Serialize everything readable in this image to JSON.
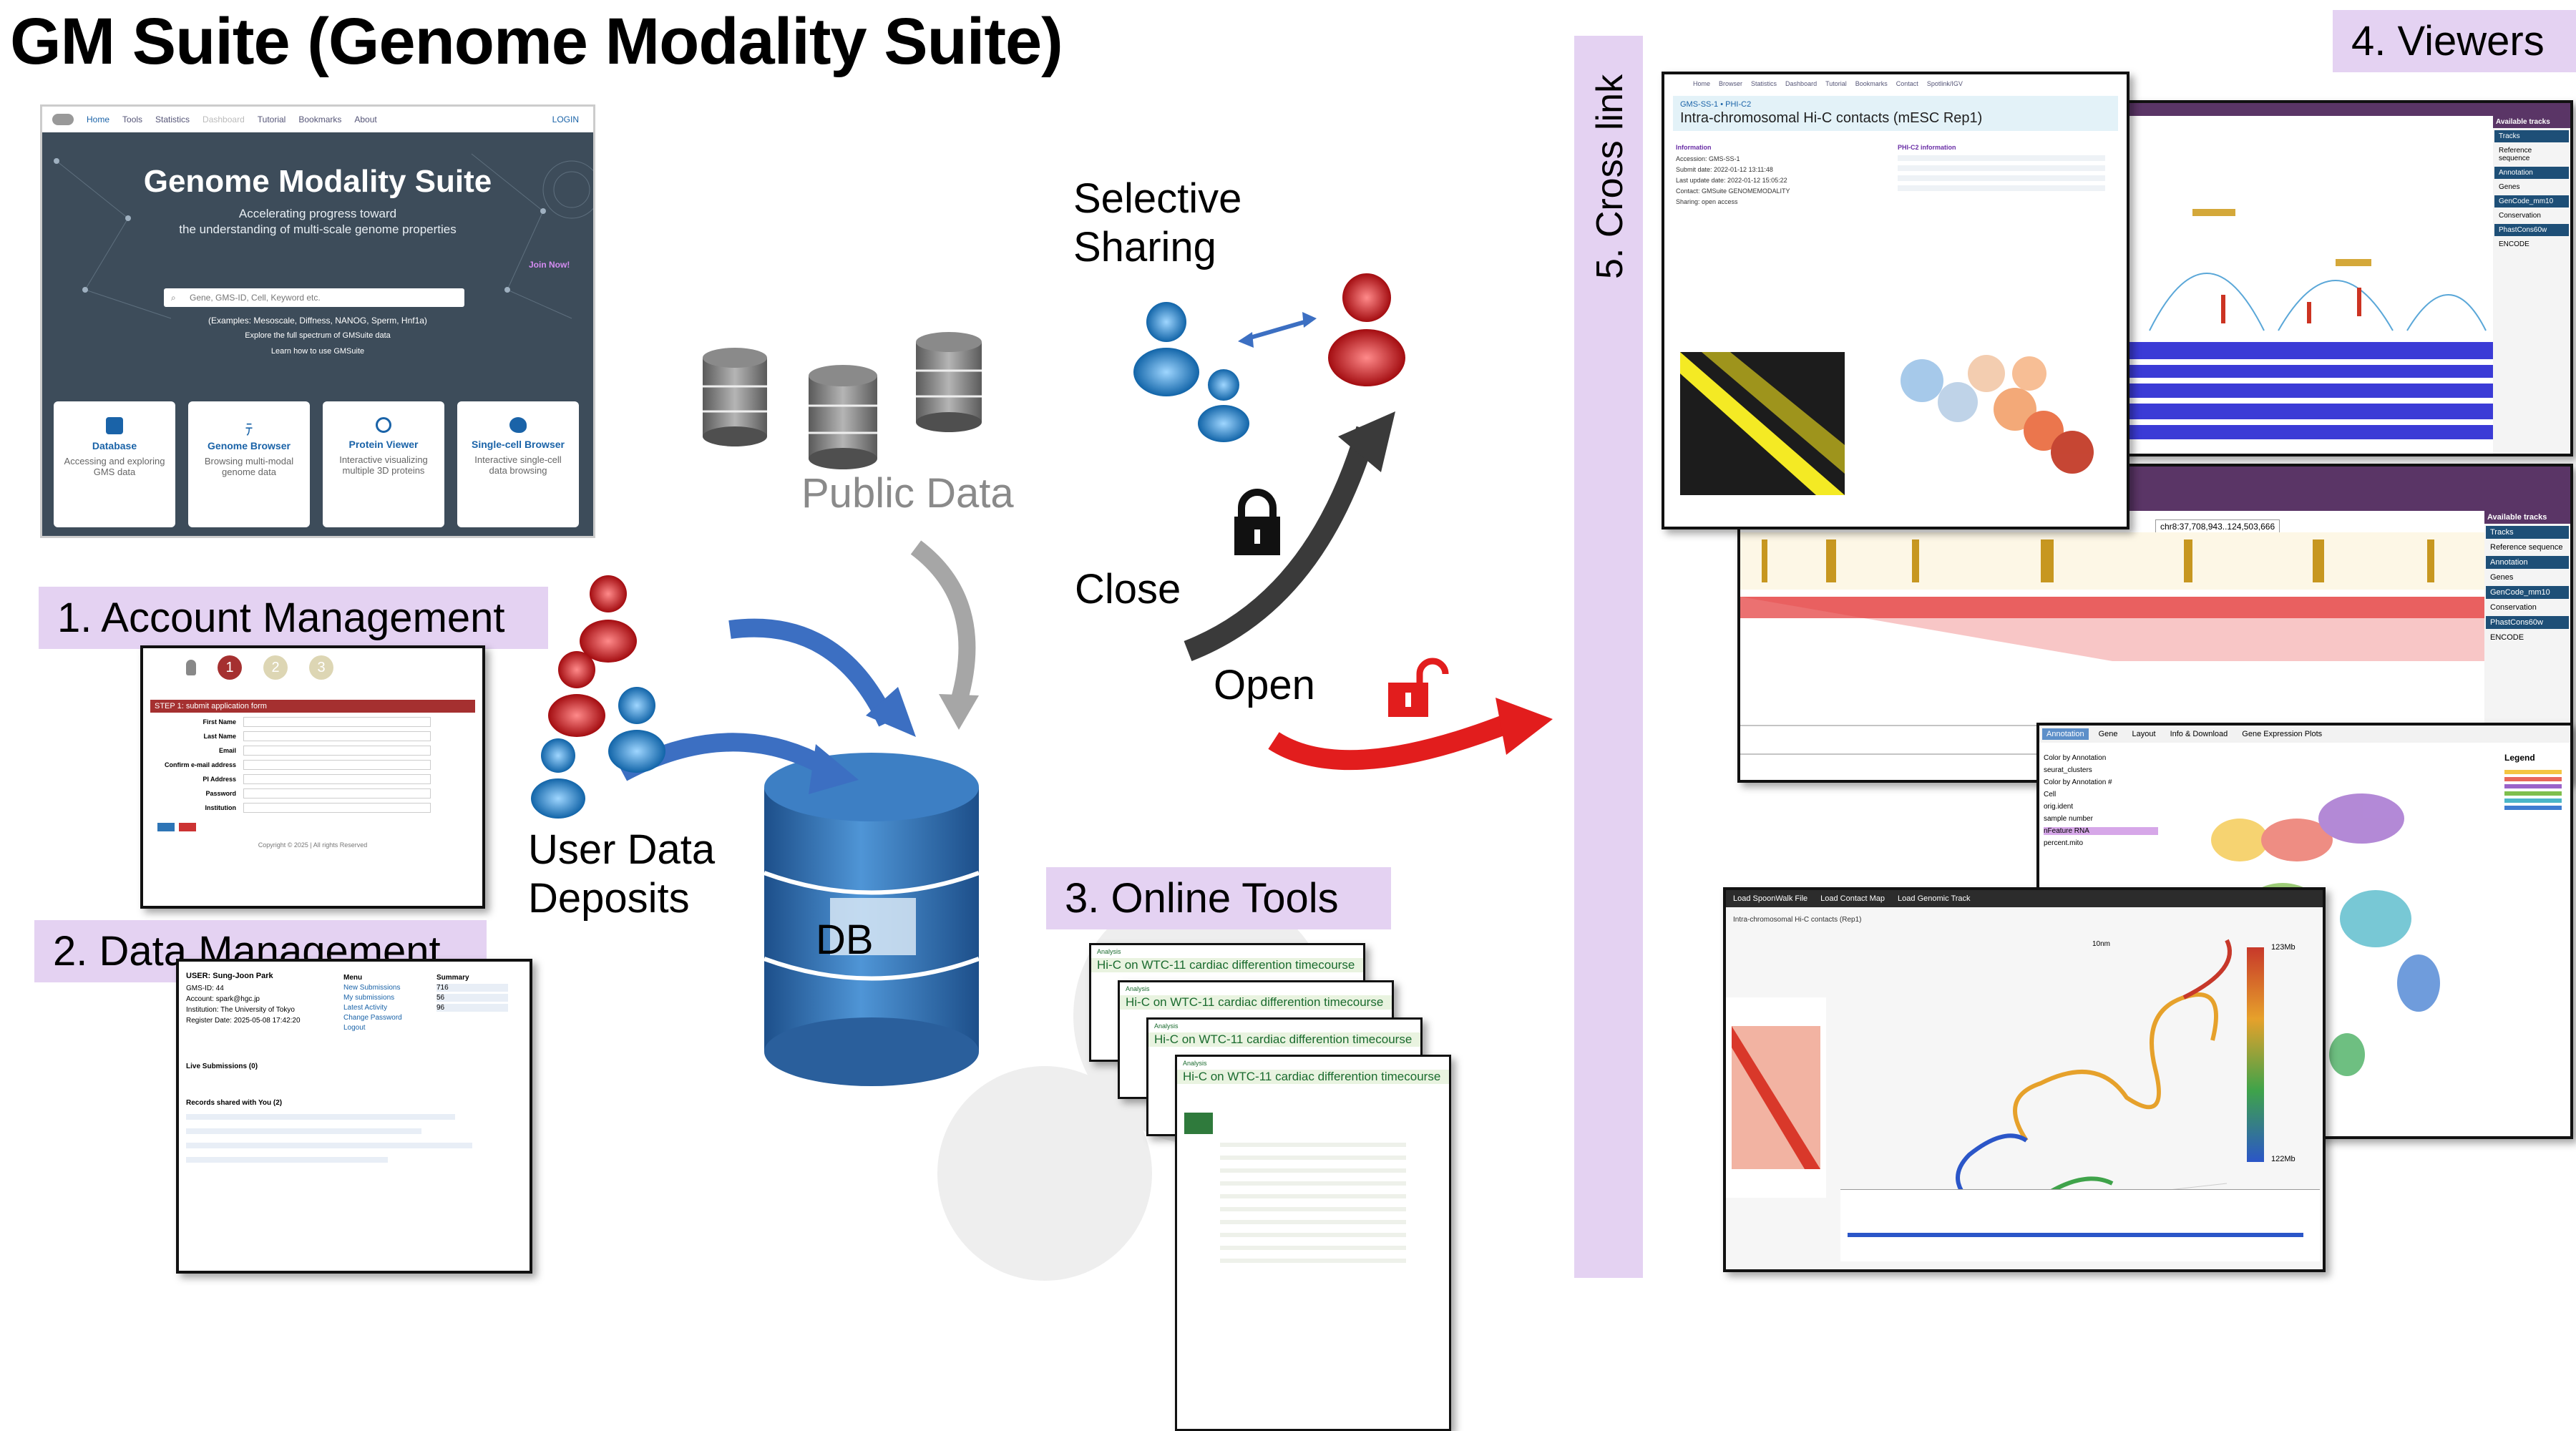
{
  "title": "GM Suite (Genome Modality Suite)",
  "labels": {
    "account": "1. Account Management",
    "data_mgmt": "2. Data Management",
    "online_tools": "3. Online Tools",
    "viewers": "4. Viewers",
    "cross_link": "5. Cross link",
    "public_data": "Public Data",
    "db": "DB",
    "user_deposits_line1": "User Data",
    "user_deposits_line2": "Deposits",
    "selective_line1": "Selective",
    "selective_line2": "Sharing",
    "close": "Close",
    "open": "Open"
  },
  "portal": {
    "nav": [
      "Home",
      "Tools",
      "Statistics",
      "Dashboard",
      "Tutorial",
      "Bookmarks",
      "About"
    ],
    "login": "LOGIN",
    "hero_title": "Genome Modality Suite",
    "hero_sub1": "Accelerating progress toward",
    "hero_sub2": "the understanding of multi-scale genome properties",
    "search_placeholder": "Gene, GMS-ID, Cell, Keyword etc.",
    "examples": "(Examples: Mesoscale, Diffness, NANOG, Sperm, Hnf1a)",
    "explore": "Explore the full spectrum of GMSuite data",
    "learn": "Learn how to use GMSuite",
    "join": "Join Now!",
    "cards": [
      {
        "title": "Database",
        "desc": "Accessing and exploring GMS data"
      },
      {
        "title": "Genome Browser",
        "desc": "Browsing multi-modal genome data"
      },
      {
        "title": "Protein Viewer",
        "desc": "Interactive visualizing multiple 3D proteins"
      },
      {
        "title": "Single-cell Browser",
        "desc": "Interactive single-cell data browsing"
      }
    ]
  },
  "account_form": {
    "steps": [
      "1",
      "2",
      "3"
    ],
    "header": "STEP 1: submit application form",
    "fields": [
      "First Name",
      "Last Name",
      "Email",
      "Confirm e-mail address",
      "PI Address",
      "Password",
      "Institution"
    ],
    "copyright": "Copyright © 2025 | All rights Reserved"
  },
  "data_mgmt": {
    "user": "USER: Sung-Joon Park",
    "gmsid": "GMS-ID: 44",
    "account": "Account: spark@hgc.jp",
    "institution": "Institution: The University of Tokyo",
    "register": "Register Date: 2025-05-08 17:42:20",
    "menu": [
      "Menu",
      "New Submissions",
      "My submissions",
      "Latest Activity",
      "Change Password",
      "Logout"
    ],
    "summary": [
      "Summary",
      "716",
      "56",
      "96"
    ],
    "live": "Live Submissions (0)",
    "shared": "Records shared with You (2)"
  },
  "hic": {
    "nav": [
      "Home",
      "Browser",
      "Statistics",
      "Dashboard",
      "Tutorial",
      "Bookmarks",
      "Contact",
      "Spotlink/IGV"
    ],
    "crumb": "GMS-SS-1 • PHI-C2",
    "title": "Intra-chromosomal Hi-C contacts (mESC Rep1)",
    "info_left": "Information",
    "info_right": "PHI-C2 information",
    "rows": [
      "Accession: GMS-SS-1",
      "Submit date: 2022-01-12 13:11:48",
      "Last update date: 2022-01-12 15:05:22",
      "Contact: GMSuite GENOMEMODALITY",
      "Sharing: open access"
    ]
  },
  "tools": {
    "tool_title": "Hi-C on WTC-11 cardiac differention timecourse",
    "analysis": "Analysis"
  },
  "viewer": {
    "available_tracks": "Available tracks",
    "locus": "chr8:37,708,943..124,503,666",
    "tracks": [
      "Tracks",
      "Reference sequence",
      "Annotation",
      "Genes",
      "GenCode_mm10",
      "Conservation",
      "PhastCons60w",
      "ENCODE"
    ],
    "sc_tabs": [
      "Annotation",
      "Gene",
      "Layout",
      "Info & Download",
      "Gene Expression Plots"
    ],
    "sc_options": [
      "Color by Annotation",
      "seurat_clusters",
      "Color by Annotation #",
      "Cell",
      "orig.ident",
      "sample number",
      "nFeature RNA",
      "percent.mito"
    ],
    "legend": "Legend",
    "spoon_tabs": [
      "Load SpoonWalk File",
      "Load Contact Map",
      "Load Genomic Track"
    ],
    "spoon_title": "Intra-chromosomal Hi-C contacts (Rep1)",
    "colorbar_top": "123Mb",
    "colorbar_bottom": "122Mb",
    "axis_tag": "10nm"
  },
  "colors": {
    "lavender": "#e4d2f2",
    "db_blue": "#2e75b6",
    "arrow_blue": "#3c6fc2",
    "arrow_red": "#e21d1d",
    "arrow_dark": "#3a3a3a",
    "lock_red": "#e21d1d",
    "person_blue": "#1f7fc4",
    "person_red": "#c9191e"
  },
  "icons": [
    "lock-icon",
    "unlock-icon",
    "database-icon",
    "person-icon",
    "gear-icon"
  ]
}
